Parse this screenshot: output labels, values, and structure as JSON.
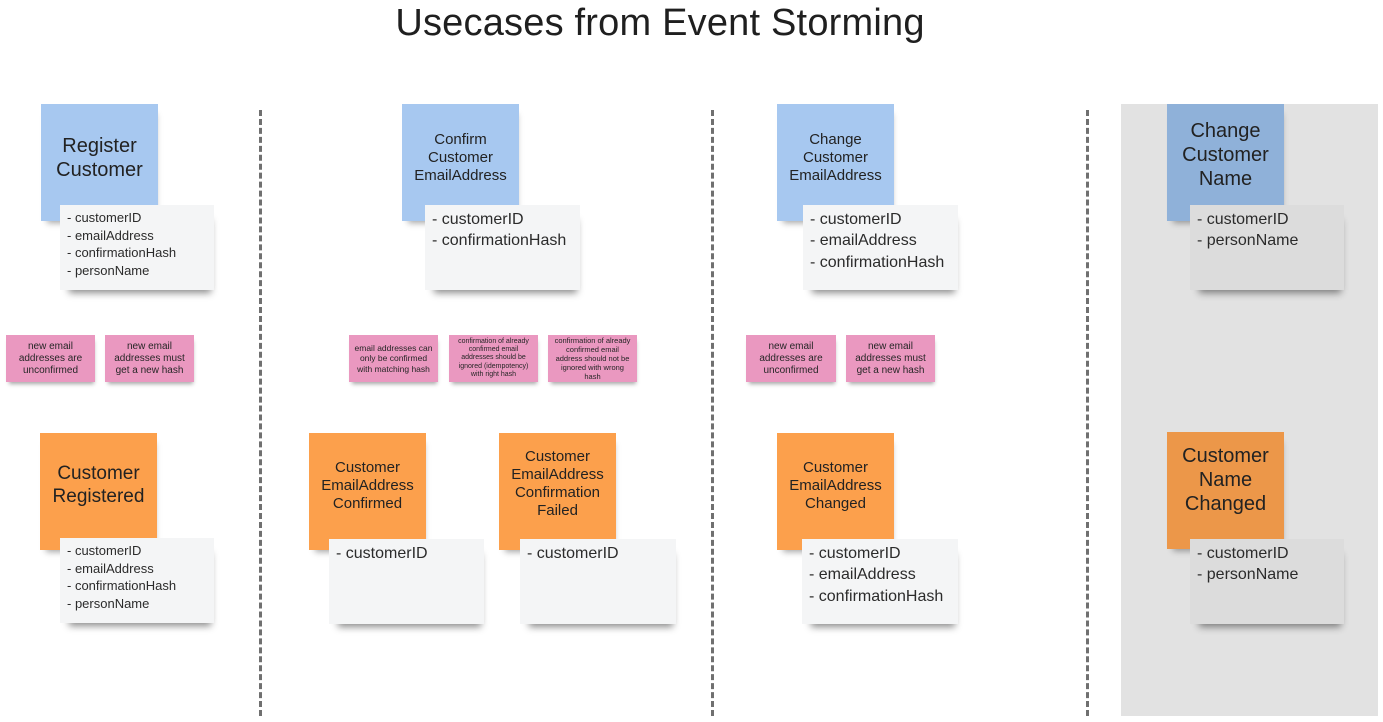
{
  "title": "Usecases from Event Storming",
  "columns": {
    "register": {
      "command": "Register Customer",
      "command_fields": [
        "- customerID",
        "- emailAddress",
        "- confirmationHash",
        "- personName"
      ],
      "policies": [
        "new email addresses are unconfirmed",
        "new email addresses must get a new hash"
      ],
      "event": "Customer Registered",
      "event_fields": [
        "- customerID",
        "- emailAddress",
        "- confirmationHash",
        "- personName"
      ]
    },
    "confirm": {
      "command": "Confirm Customer EmailAddress",
      "command_fields": [
        "- customerID",
        "- confirmationHash"
      ],
      "policies": [
        "email addresses can only be confirmed with matching hash",
        "confirmation of already confirmed email addresses should be ignored (idempotency) with right hash",
        "confirmation of already confirmed email address should not be ignored with wrong hash"
      ],
      "event_confirmed": "Customer EmailAddress Confirmed",
      "event_confirmed_fields": [
        "- customerID"
      ],
      "event_failed": "Customer EmailAddress Confirmation Failed",
      "event_failed_fields": [
        "- customerID"
      ]
    },
    "change_email": {
      "command": "Change Customer EmailAddress",
      "command_fields": [
        "- customerID",
        "- emailAddress",
        "- confirmationHash"
      ],
      "policies": [
        "new email addresses are unconfirmed",
        "new email addresses must get a new hash"
      ],
      "event": "Customer EmailAddress Changed",
      "event_fields": [
        "- customerID",
        "- emailAddress",
        "- confirmationHash"
      ]
    },
    "change_name": {
      "command": "Change Customer Name",
      "command_fields": [
        "- customerID",
        "- personName"
      ],
      "event": "Customer Name Changed",
      "event_fields": [
        "- customerID",
        "- personName"
      ]
    }
  },
  "colors": {
    "command": "#a7c8f0",
    "event": "#fca04c",
    "policy": "#ea98c0",
    "data_card": "#f4f5f6",
    "inactive_area": "#e2e2e2"
  }
}
